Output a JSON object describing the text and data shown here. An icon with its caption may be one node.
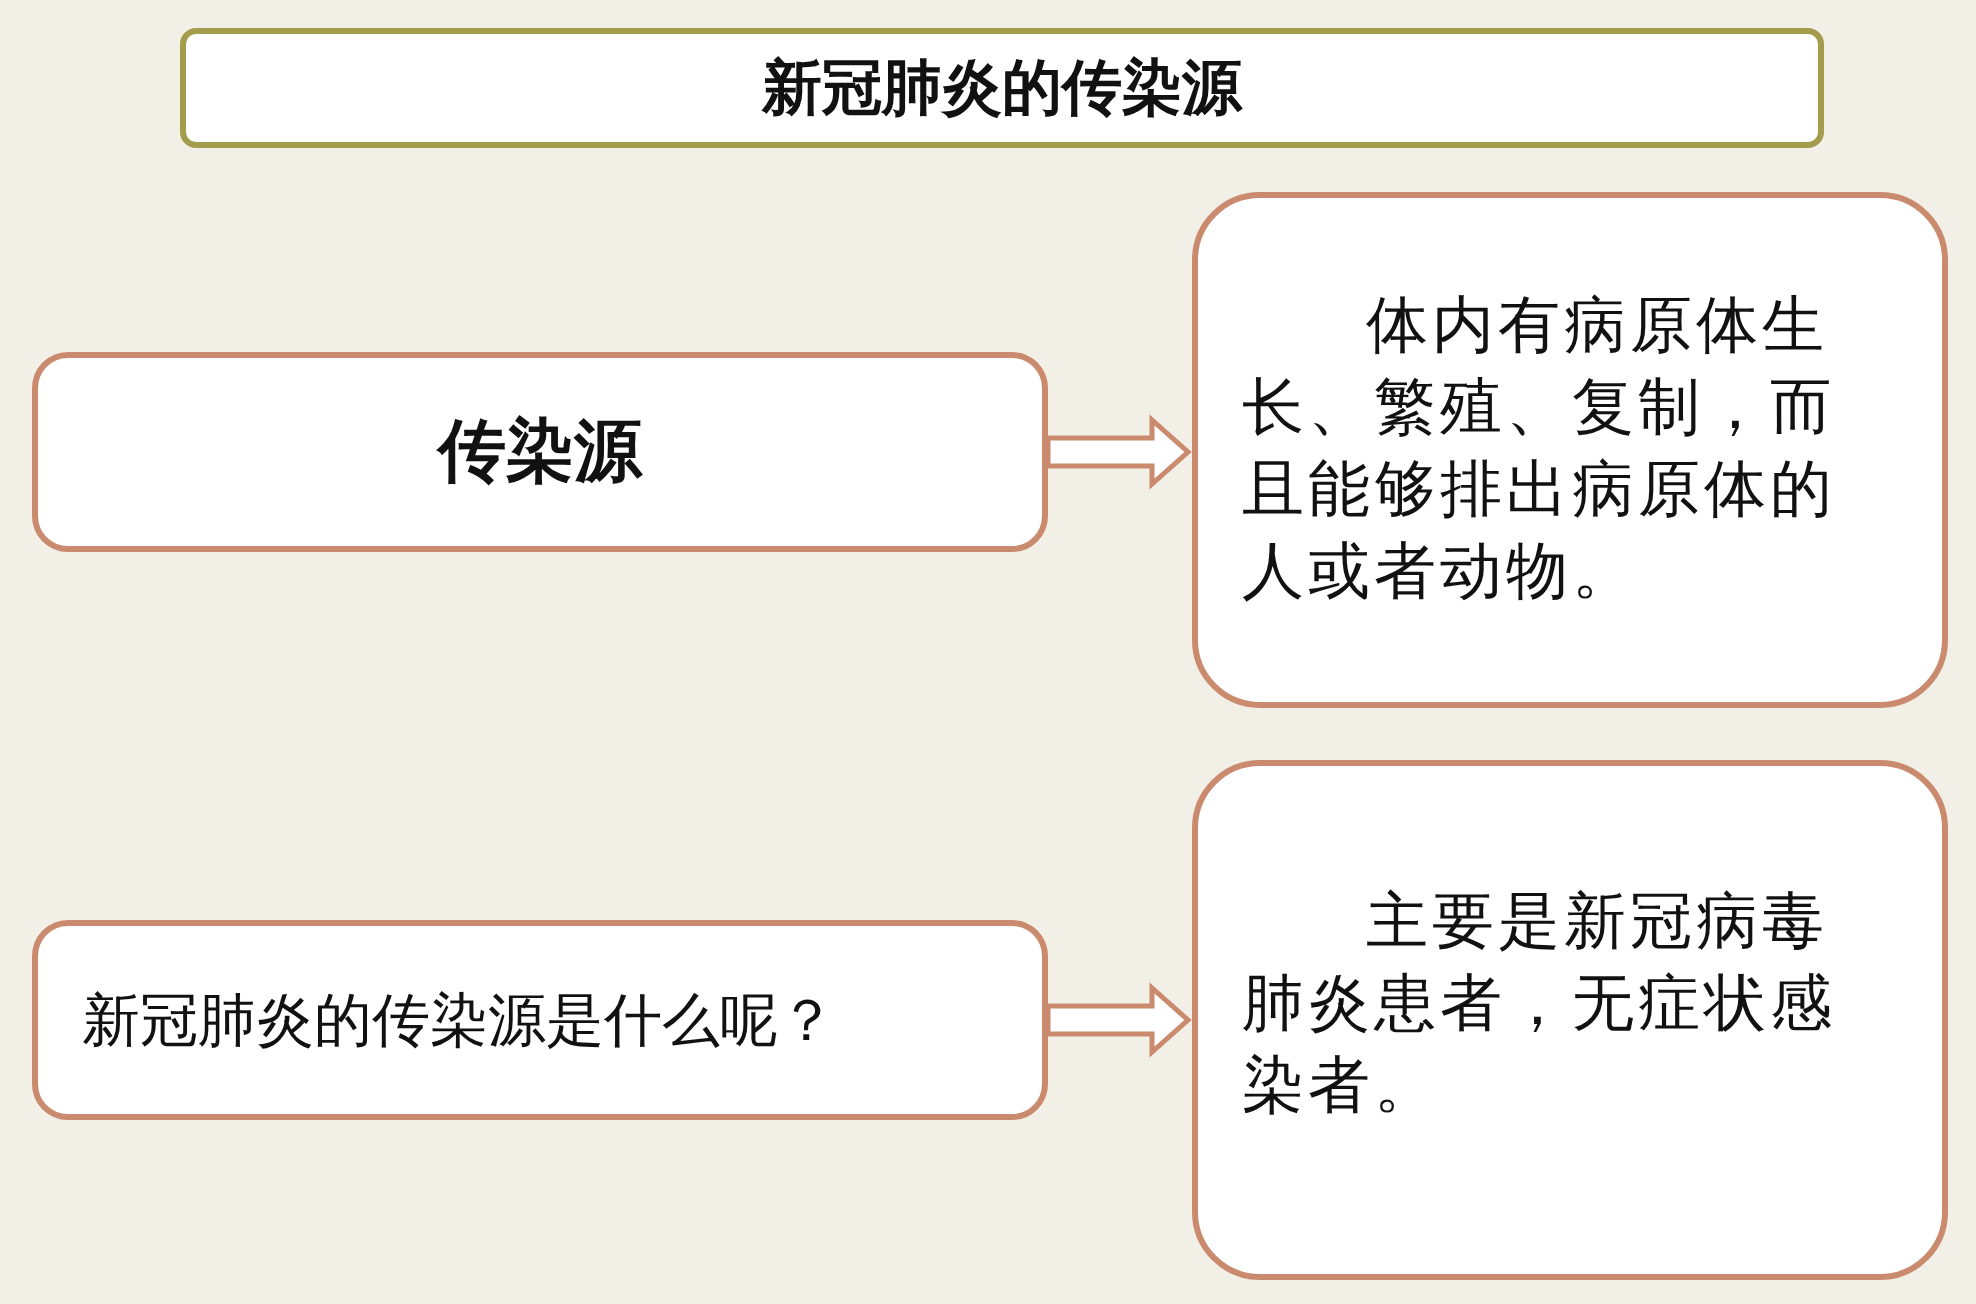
{
  "diagram": {
    "title": "新冠肺炎的传染源",
    "nodes": [
      {
        "text": [
          "传染源"
        ]
      },
      {
        "text": [
          "体内有病原体生长、繁殖、复制，而且能够排出病原体的人或者动物。"
        ]
      },
      {
        "text": [
          "新冠肺炎的传染源是什么呢？"
        ]
      },
      {
        "text": [
          "主要是新冠病毒肺炎患者，无症状感染者。"
        ]
      }
    ],
    "edges": [
      {
        "from": 0,
        "to": 1,
        "arrow": "to"
      },
      {
        "from": 2,
        "to": 3,
        "arrow": "to"
      }
    ]
  }
}
